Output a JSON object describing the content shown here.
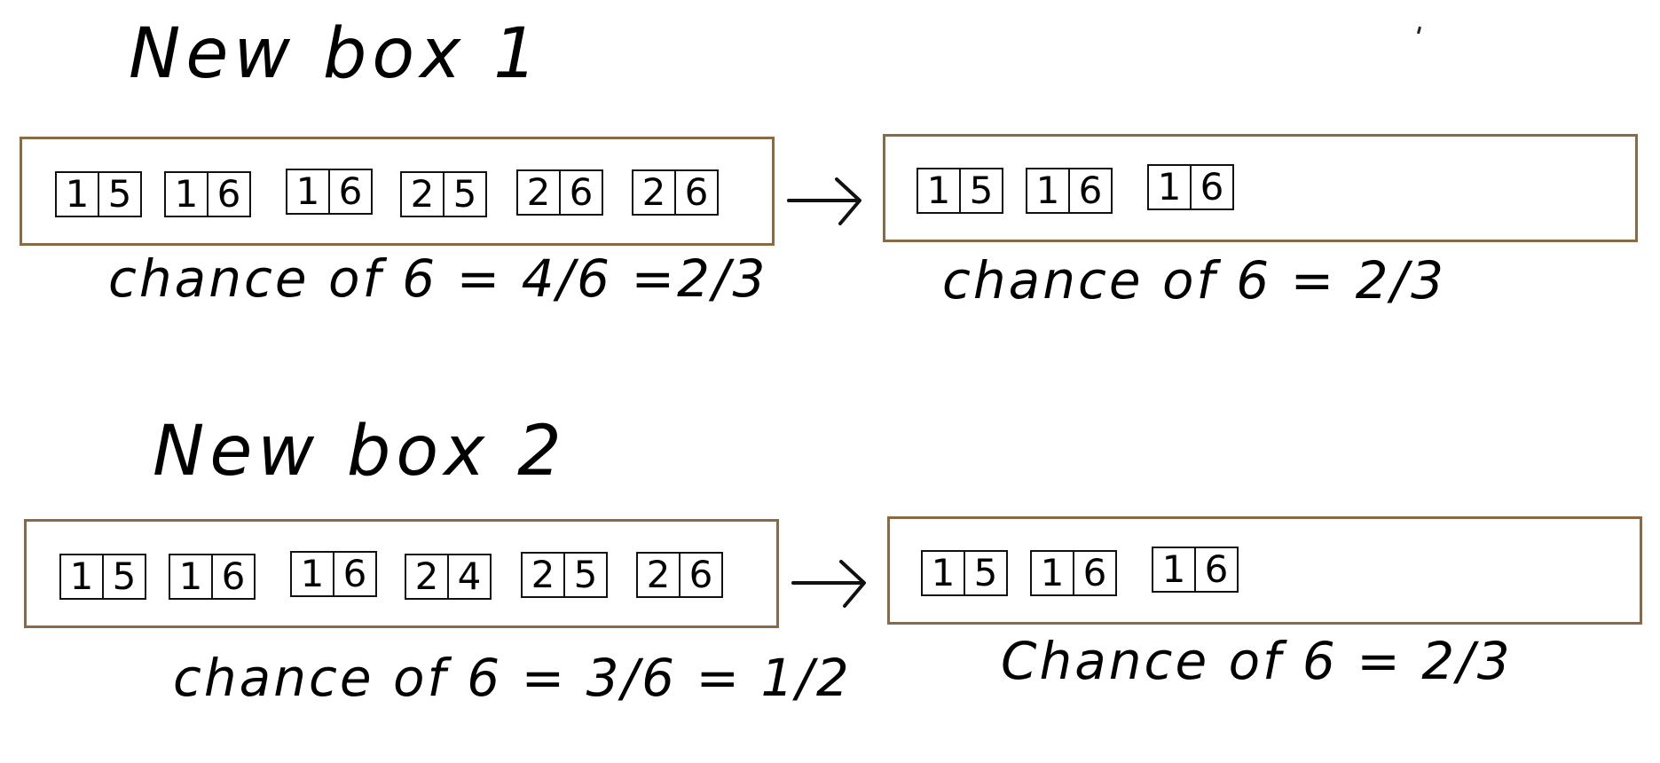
{
  "colors": {
    "box_border": "#8a6a44",
    "ink": "#111111"
  },
  "section1": {
    "title": "New box 1",
    "left_box": {
      "cards": [
        {
          "a": "1",
          "b": "5"
        },
        {
          "a": "1",
          "b": "6"
        },
        {
          "a": "1",
          "b": "6"
        },
        {
          "a": "2",
          "b": "5"
        },
        {
          "a": "2",
          "b": "6"
        },
        {
          "a": "2",
          "b": "6"
        }
      ],
      "caption": "chance of 6 = 4/6 =2/3"
    },
    "right_box": {
      "cards": [
        {
          "a": "1",
          "b": "5"
        },
        {
          "a": "1",
          "b": "6"
        },
        {
          "a": "1",
          "b": "6"
        }
      ],
      "caption": "chance of 6 = 2/3"
    }
  },
  "section2": {
    "title": "New box 2",
    "left_box": {
      "cards": [
        {
          "a": "1",
          "b": "5"
        },
        {
          "a": "1",
          "b": "6"
        },
        {
          "a": "1",
          "b": "6"
        },
        {
          "a": "2",
          "b": "4"
        },
        {
          "a": "2",
          "b": "5"
        },
        {
          "a": "2",
          "b": "6"
        }
      ],
      "caption": "chance of 6 = 3/6 = 1/2"
    },
    "right_box": {
      "cards": [
        {
          "a": "1",
          "b": "5"
        },
        {
          "a": "1",
          "b": "6"
        },
        {
          "a": "1",
          "b": "6"
        }
      ],
      "caption": "Chance of 6 = 2/3"
    }
  }
}
